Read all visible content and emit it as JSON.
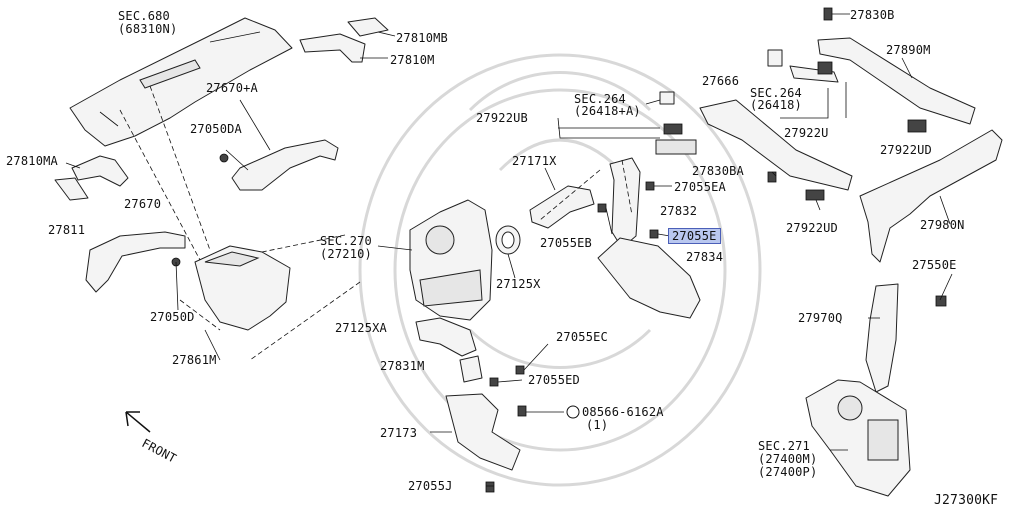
{
  "labels": {
    "sec680": "SEC.680",
    "sec680_sub": "(68310N)",
    "p27810mb": "27810MB",
    "p27810m": "27810M",
    "p27670a": "27670+A",
    "p27050da": "27050DA",
    "p27810ma": "27810MA",
    "p27811": "27811",
    "p27670": "27670",
    "p27050d": "27050D",
    "p27861m": "27861M",
    "sec264a": "SEC.264",
    "sec264a_sub": "(26418+A)",
    "p27922ub": "27922UB",
    "p27171x": "27171X",
    "sec270": "SEC.270",
    "sec270_sub": "(27210)",
    "p27125x": "27125X",
    "p27125xa": "27125XA",
    "p27055eb": "27055EB",
    "p27832": "27832",
    "p27055ea": "27055EA",
    "p27830ba": "27830BA",
    "p27055e": "27055E",
    "p27834": "27834",
    "p27666": "27666",
    "sec264b": "SEC.264",
    "sec264b_sub": "(26418)",
    "p27922u": "27922U",
    "p27830b": "27830B",
    "p27890m": "27890M",
    "p27922ud_top": "27922UD",
    "p27922ud_bot": "27922UD",
    "p27980n": "27980N",
    "p27550e": "27550E",
    "p27970q": "27970Q",
    "sec271": "SEC.271",
    "sec271_sub1": "(27400M)",
    "sec271_sub2": "(27400P)",
    "p27055ec": "27055EC",
    "p27831m": "27831M",
    "p27055ed": "27055ED",
    "p08566": "08566-6162A",
    "p08566_qty": "(1)",
    "p27173": "27173",
    "p27055j": "27055J",
    "front": "FRONT",
    "diagram_id": "J27300KF"
  },
  "highlight_color": "#b9c7ef"
}
